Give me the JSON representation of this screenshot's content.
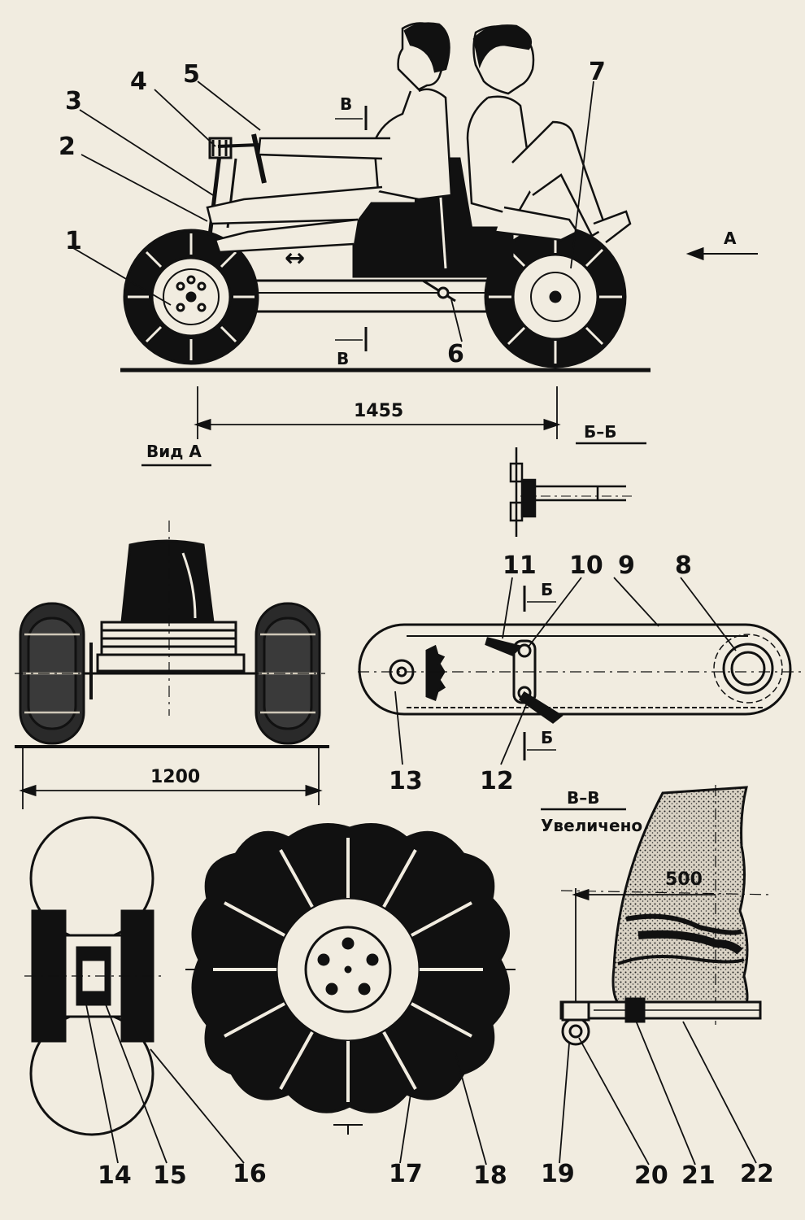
{
  "labels": {
    "n1": "1",
    "n2": "2",
    "n3": "3",
    "n4": "4",
    "n5": "5",
    "n6": "6",
    "n7": "7",
    "n8": "8",
    "n9": "9",
    "n10": "10",
    "n11": "11",
    "n12": "12",
    "n13": "13",
    "n14": "14",
    "n15": "15",
    "n16": "16",
    "n17": "17",
    "n18": "18",
    "n19": "19",
    "n20": "20",
    "n21": "21",
    "n22": "22"
  },
  "dimensions": {
    "wheelbase": "1455",
    "track": "1200",
    "seat_offset": "500"
  },
  "sections": {
    "view_a": "Вид А",
    "section_bb": "Б–Б",
    "section_vv": "В–В",
    "enlarged": "Увеличено",
    "arrow_a": "А",
    "cut_v_top": "В",
    "cut_v_bottom": "В",
    "cut_b_top": "Б",
    "cut_b_bottom": "Б",
    "motion_arrow": "↔"
  }
}
